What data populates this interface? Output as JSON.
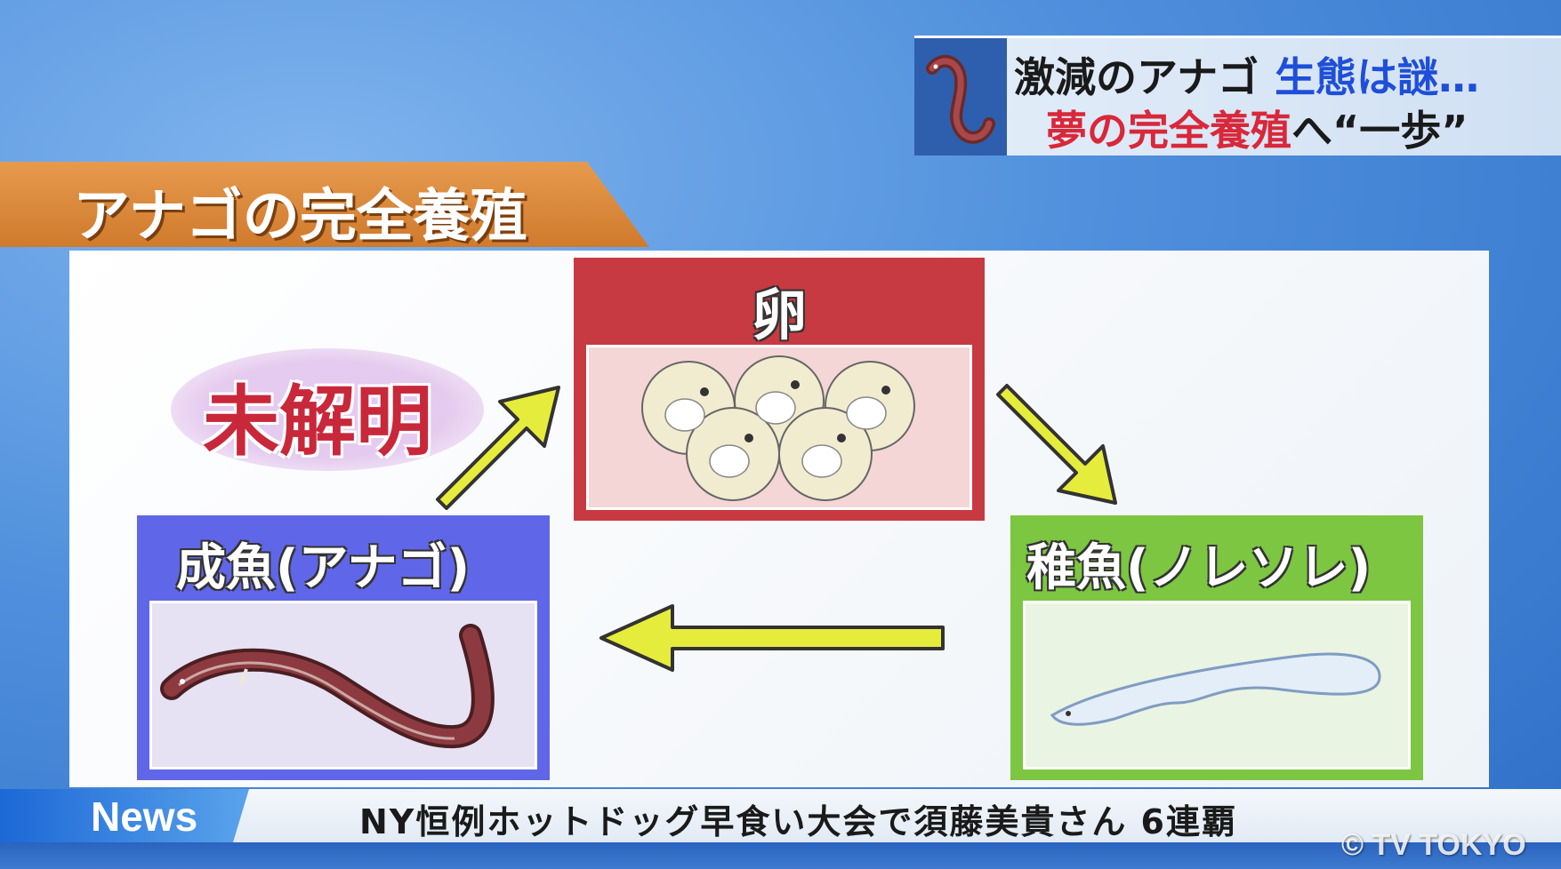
{
  "headline": {
    "line1_a": "激減のアナゴ",
    "line1_b": "生態は謎…",
    "line2_a": "夢の完全養殖",
    "line2_b": "へ“一歩”"
  },
  "diagram": {
    "title": "アナゴの完全養殖",
    "stages": {
      "egg": "卵",
      "larva": "稚魚(ノレソレ)",
      "adult": "成魚(アナゴ)"
    },
    "unknown_label": "未解明"
  },
  "ticker": {
    "label": "News",
    "text": "NY恒例ホットドッグ早食い大会で須藤美貴さん 6連覇",
    "watermark": "© TV TOKYO"
  },
  "colors": {
    "egg_box": "#c83a42",
    "larva_box": "#7cc641",
    "adult_box": "#6066e8",
    "arrow": "#e6ec3c",
    "title_tab": "#d8852e",
    "unknown_text": "#c8283a"
  }
}
